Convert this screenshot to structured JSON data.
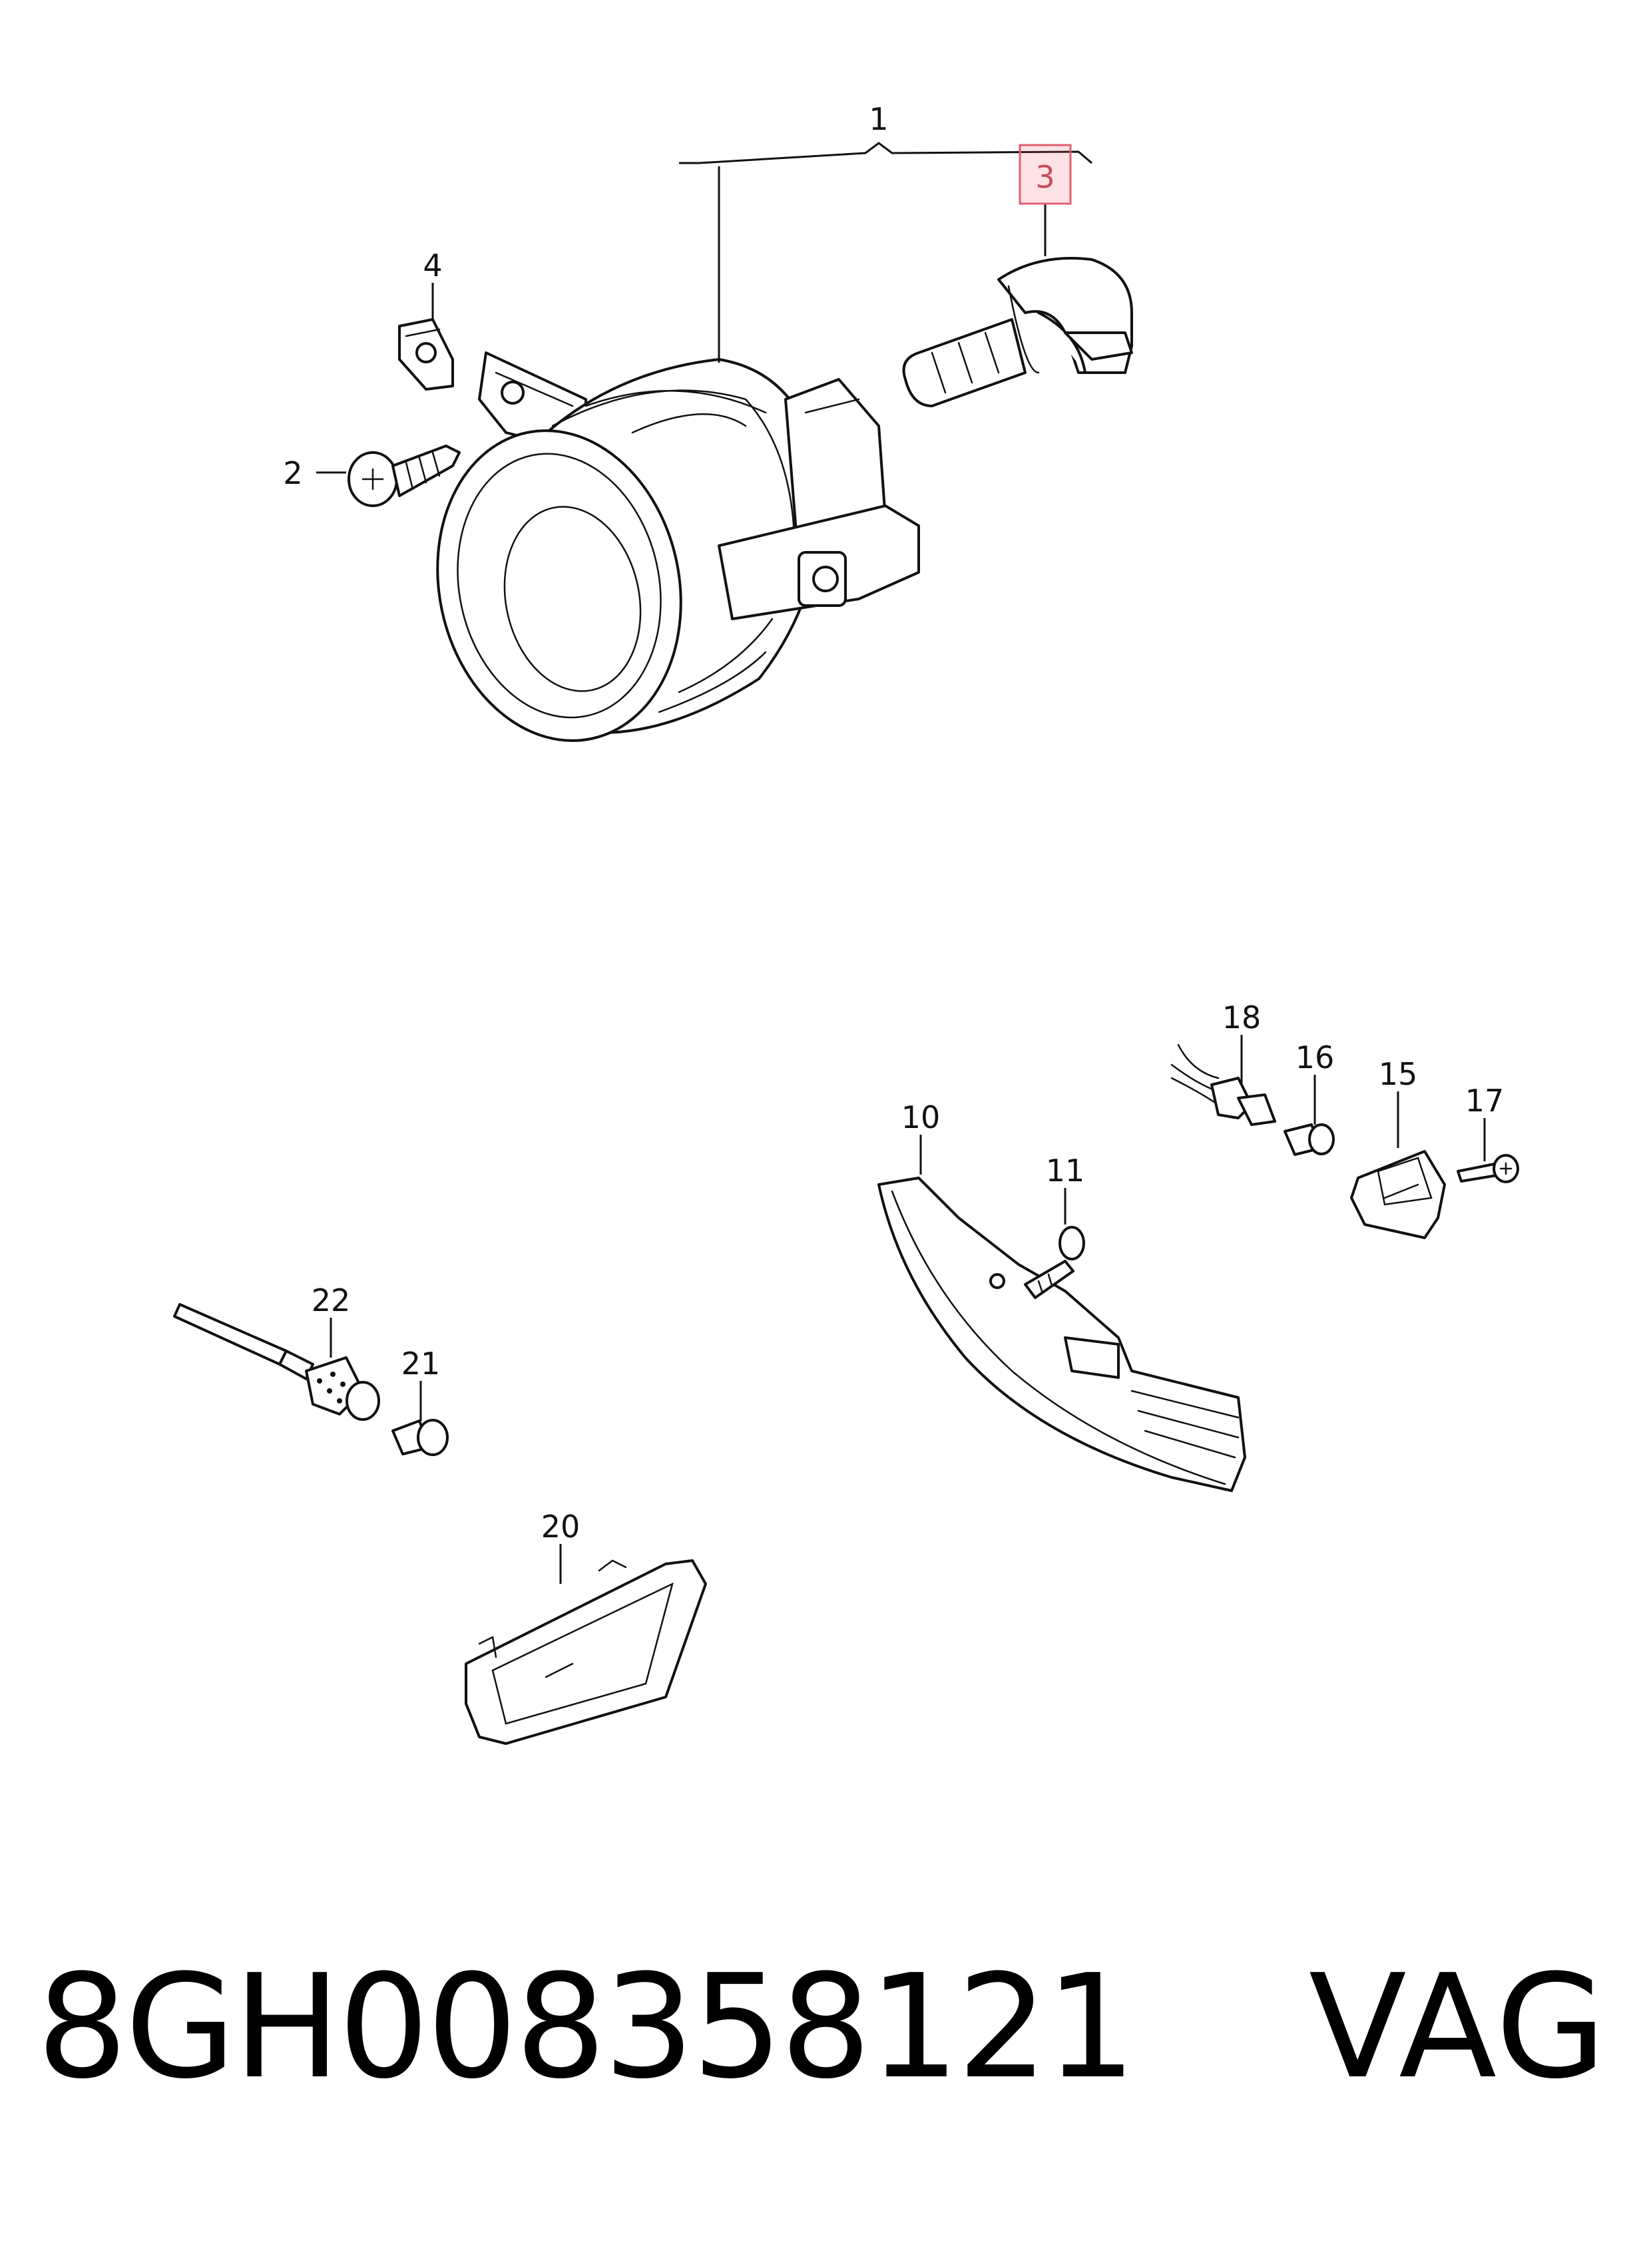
{
  "callouts": {
    "c1": "1",
    "c2": "2",
    "c3": "3",
    "c4": "4",
    "c10": "10",
    "c11": "11",
    "c15": "15",
    "c16": "16",
    "c17": "17",
    "c18": "18",
    "c20": "20",
    "c21": "21",
    "c22": "22"
  },
  "highlighted_callout": "3",
  "footer": {
    "part_number": "8GH008358121",
    "brand": "VAG"
  },
  "colors": {
    "highlight": "#e0606e",
    "ink": "#111111"
  }
}
